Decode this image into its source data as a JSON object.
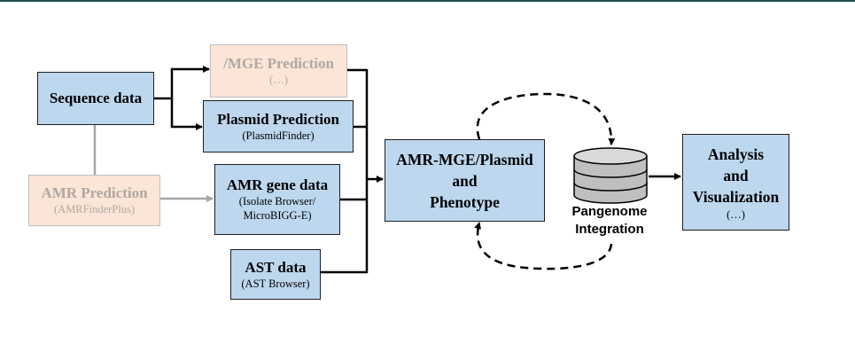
{
  "nodes": {
    "sequence_data": {
      "title": "Sequence data"
    },
    "mge_prediction": {
      "title": "/MGE Prediction",
      "subtitle": "(…)"
    },
    "plasmid_prediction": {
      "title": "Plasmid Prediction",
      "subtitle": "(PlasmidFinder)"
    },
    "amr_prediction": {
      "title": "AMR Prediction",
      "subtitle": "(AMRFinderPlus)"
    },
    "amr_gene_data": {
      "title": "AMR gene data",
      "subtitle_1": "(Isolate Browser/",
      "subtitle_2": "MicroBIGG-E)"
    },
    "ast_data": {
      "title": "AST data",
      "subtitle": "(AST Browser)"
    },
    "amr_mge": {
      "line_1": "AMR-MGE/Plasmid",
      "line_2": "and",
      "line_3": "Phenotype"
    },
    "pangenome": {
      "line_1": "Pangenome",
      "line_2": "Integration"
    },
    "analysis": {
      "line_1": "Analysis",
      "line_2": "and",
      "line_3": "Visualization",
      "subtitle": "(…)"
    }
  },
  "colors": {
    "box_fill": "#bdd7ee",
    "faded_fill": "#fbe5d6",
    "faded_text": "#b0a8a3",
    "connector": "#000000",
    "faded_connector": "#a6a6a6",
    "cylinder": "#bfbfbf"
  }
}
